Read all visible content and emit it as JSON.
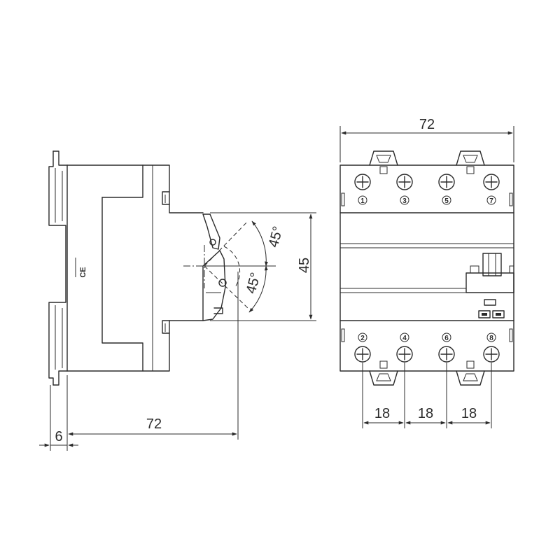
{
  "side_view": {
    "ce_mark": "CE",
    "dim_width": "72",
    "dim_rail_offset": "6",
    "dim_height": "45",
    "angle_upper": "45°",
    "angle_lower": "45°"
  },
  "front_view": {
    "dim_width": "72",
    "pitch_1": "18",
    "pitch_2": "18",
    "pitch_3": "18",
    "terminals_top": [
      "1",
      "3",
      "5",
      "7"
    ],
    "terminals_bottom": [
      "2",
      "4",
      "6",
      "8"
    ]
  }
}
